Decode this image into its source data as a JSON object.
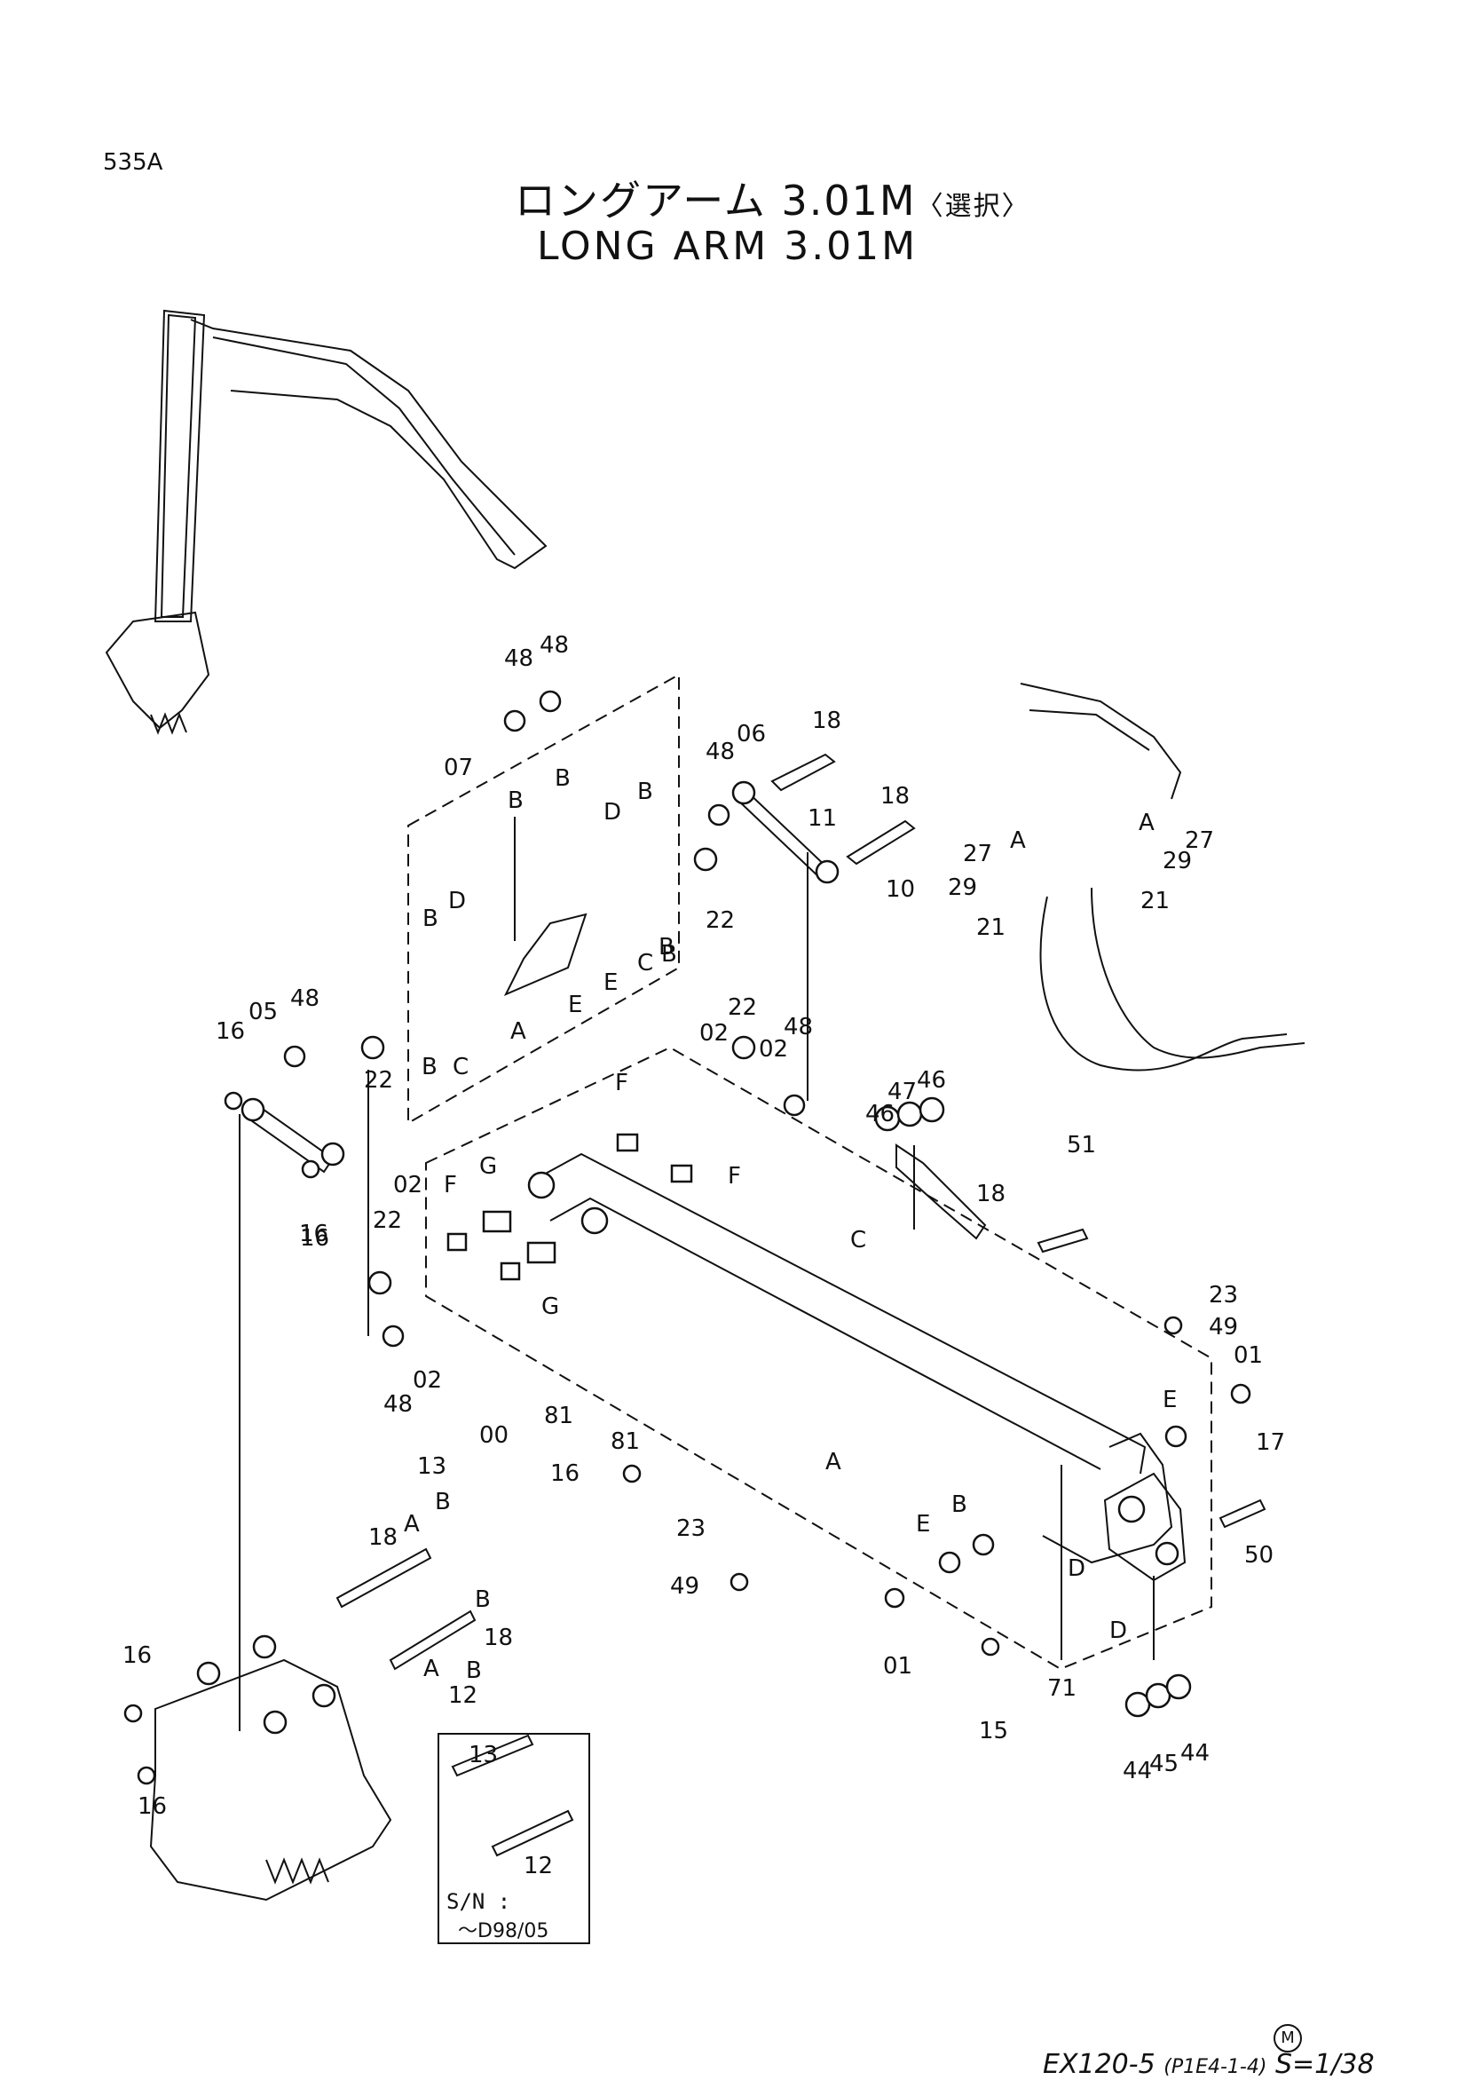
{
  "page_id": "535A",
  "title_jp": "ロングアーム 3.01M",
  "title_jp_option": "〈選択〉",
  "title_en": "LONG ARM 3.01M",
  "inset": {
    "sn_label": "S/N :",
    "sn_range": "～D98/05",
    "part_labels": [
      "13",
      "12"
    ]
  },
  "maker_mark": "M",
  "footer": {
    "model": "EX120-5",
    "code": "(P1E4-1-4)",
    "scale": "S=1/38"
  },
  "callouts": [
    "48",
    "48",
    "07",
    "B",
    "B",
    "D",
    "B",
    "06",
    "18",
    "18",
    "48",
    "11",
    "10",
    "B",
    "D",
    "B",
    "22",
    "27",
    "A",
    "A",
    "27",
    "29",
    "29",
    "21",
    "21",
    "48",
    "05",
    "16",
    "B",
    "C",
    "E",
    "E",
    "C",
    "B",
    "A",
    "22",
    "02",
    "02",
    "48",
    "22",
    "F",
    "F",
    "G",
    "F",
    "G",
    "16",
    "02",
    "22",
    "46",
    "47",
    "46",
    "51",
    "18",
    "C",
    "23",
    "49",
    "01",
    "E",
    "17",
    "50",
    "81",
    "81",
    "00",
    "48",
    "02",
    "A",
    "16",
    "13",
    "B",
    "18",
    "A",
    "B",
    "18",
    "B",
    "A",
    "12",
    "23",
    "E",
    "B",
    "D",
    "D",
    "49",
    "01",
    "15",
    "71",
    "44",
    "45",
    "44",
    "16",
    "16",
    "16"
  ]
}
